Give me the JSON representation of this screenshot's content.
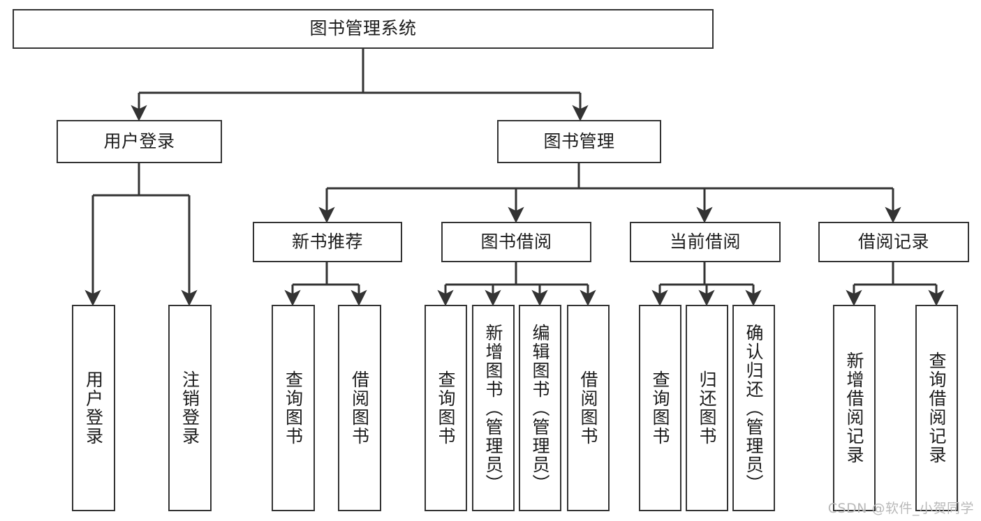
{
  "diagram": {
    "title": "图书管理系统",
    "type": "tree-hierarchy-chart",
    "colors": {
      "box_border": "#333333",
      "box_fill": "#ffffff",
      "edge": "#333333",
      "text": "#1b1b1b",
      "watermark": "#b9b9b9",
      "background": "#ffffff"
    },
    "root": {
      "id": "root",
      "label": "图书管理系统"
    },
    "level1": [
      {
        "id": "user-login",
        "label": "用户登录"
      },
      {
        "id": "book-manage",
        "label": "图书管理"
      }
    ],
    "level2": [
      {
        "id": "new-book-rec",
        "label": "新书推荐"
      },
      {
        "id": "book-borrow",
        "label": "图书借阅"
      },
      {
        "id": "current-borrow",
        "label": "当前借阅"
      },
      {
        "id": "borrow-record",
        "label": "借阅记录"
      }
    ],
    "leaves": {
      "user_login": [
        {
          "id": "leaf-user-login",
          "label": "用户登录"
        },
        {
          "id": "leaf-logout-login",
          "label": "注销登录"
        }
      ],
      "new_book_rec": [
        {
          "id": "leaf-query-book-1",
          "label": "查询图书"
        },
        {
          "id": "leaf-borrow-book-1",
          "label": "借阅图书"
        }
      ],
      "book_borrow": [
        {
          "id": "leaf-query-book-2",
          "label": "查询图书"
        },
        {
          "id": "leaf-add-book",
          "label": "新增图书（管理员）"
        },
        {
          "id": "leaf-edit-book",
          "label": "编辑图书（管理员）"
        },
        {
          "id": "leaf-borrow-book-2",
          "label": "借阅图书"
        }
      ],
      "current_borrow": [
        {
          "id": "leaf-query-book-3",
          "label": "查询图书"
        },
        {
          "id": "leaf-return-book",
          "label": "归还图书"
        },
        {
          "id": "leaf-confirm-return",
          "label": "确认归还（管理员）"
        }
      ],
      "borrow_record": [
        {
          "id": "leaf-add-record",
          "label": "新增借阅记录"
        },
        {
          "id": "leaf-query-record",
          "label": "查询借阅记录"
        }
      ]
    }
  },
  "watermark": {
    "text": "CSDN @软件_小贺同学"
  }
}
